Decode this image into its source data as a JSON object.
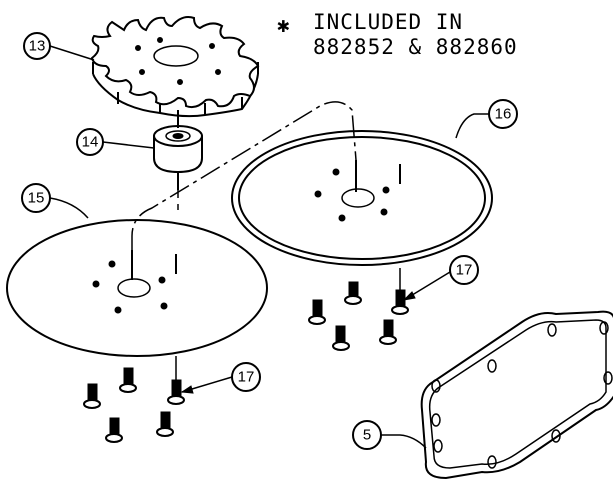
{
  "note": {
    "line1": "INCLUDED IN",
    "line2": "882852 & 882860",
    "mark": "✱"
  },
  "callouts": [
    {
      "id": "13",
      "label": "13",
      "part": "sprocket"
    },
    {
      "id": "14",
      "label": "14",
      "part": "bearing"
    },
    {
      "id": "15",
      "label": "15",
      "part": "plate-large"
    },
    {
      "id": "16",
      "label": "16",
      "part": "plate-with-ring"
    },
    {
      "id": "17a",
      "label": "17",
      "part": "bolts-upper"
    },
    {
      "id": "17b",
      "label": "17",
      "part": "bolts-lower"
    },
    {
      "id": "5",
      "label": "5",
      "part": "gasket"
    }
  ],
  "colors": {
    "ink": "#000000",
    "paper": "#ffffff"
  }
}
